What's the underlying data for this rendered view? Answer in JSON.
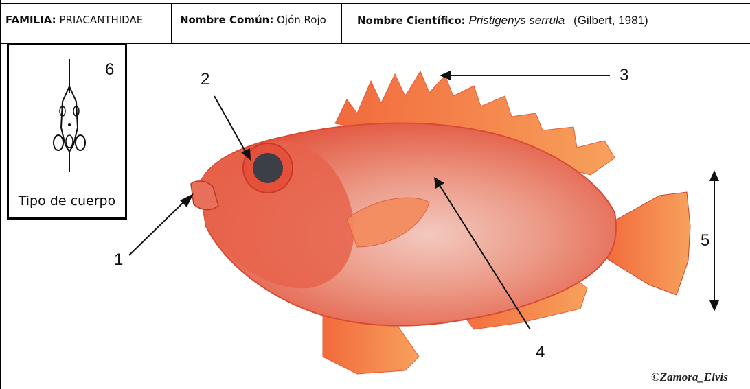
{
  "header": {
    "family_label": "FAMILIA:",
    "family_value": "PRIACANTHIDAE",
    "common_label": "Nombre Común:",
    "common_value": "Ojón Rojo",
    "sci_label": "Nombre Científico:",
    "sci_value": "Pristigenys serrula",
    "sci_author": "(Gilbert, 1981)"
  },
  "body_type": {
    "number": "6",
    "caption": "Tipo de cuerpo"
  },
  "callouts": [
    "1",
    "2",
    "3",
    "4",
    "5"
  ],
  "credit": "©Zamora_Elvis",
  "colors": {
    "fish_body": "#e8604a",
    "fish_belly": "#f1c6bc",
    "fin": "#f47a45",
    "eye": "#3c3f46",
    "border": "#000000"
  }
}
